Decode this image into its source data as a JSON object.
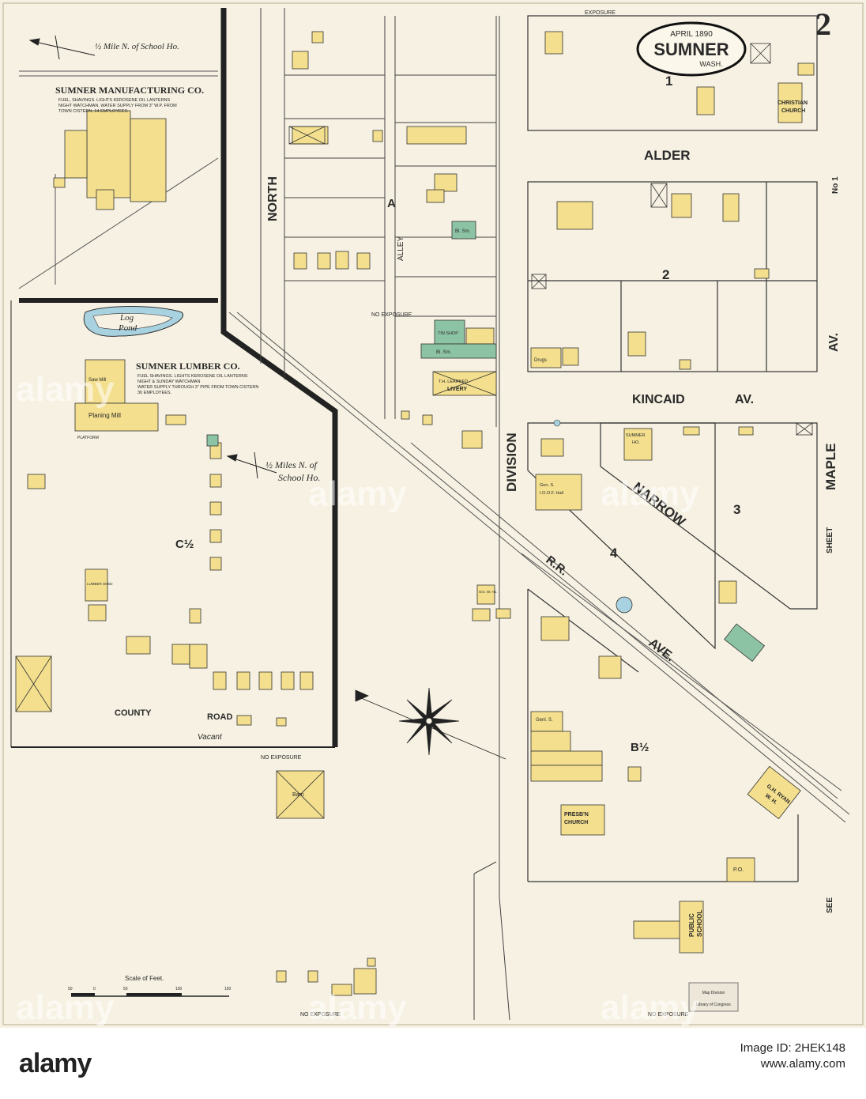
{
  "map": {
    "sheet_number": "2",
    "cartouche": {
      "date": "APRIL 1890",
      "town": "SUMNER",
      "state": "WASH."
    },
    "streets": {
      "alder": "ALDER",
      "kincaid": "KINCAID",
      "kincaid_av": "AV.",
      "maple": "MAPLE",
      "maple_av": "AV.",
      "narrow": "NARROW",
      "division": "DIVISION",
      "north": "NORTH",
      "alley": "ALLEY",
      "rr": "R.R.",
      "rr_ave": "AVE.",
      "county": "COUNTY",
      "road": "ROAD",
      "vacant": "Vacant"
    },
    "blocks": {
      "b1": "1",
      "b2": "2",
      "b3": "3",
      "b4": "4",
      "a": "A",
      "b_half": "B½",
      "c_half": "C½"
    },
    "notes": {
      "half_mile_top": "½ Mile N. of School Ho.",
      "half_mile_mid_1": "½ Miles N. of",
      "half_mile_mid_2": "School Ho.",
      "exposure": "EXPOSURE",
      "no_exposure": "NO EXPOSURE",
      "see_sheet": "SEE",
      "sheet_word": "SHEET",
      "sheet_no": "No 1"
    },
    "businesses": {
      "mfg_title": "SUMNER MANUFACTURING CO.",
      "mfg_line1": "FUEL, SHAVINGS. LIGHTS KEROSENE OIL LANTERNS",
      "mfg_line2": "NIGHT WATCHMAN. WATER SUPPLY FROM 3\" W.P. FROM",
      "mfg_line3": "TOWN CISTERN. 14 EMPLOYEES.",
      "lumber_title": "SUMNER LUMBER CO.",
      "lumber_line1": "FUEL SHAVINGS. LIGHTS KEROSENE OIL LANTERNS",
      "lumber_line2": "NIGHT & SUNDAY WATCHMAN",
      "lumber_line3": "WATER SUPPLY THROUGH 3\" PIPE FROM TOWN CISTERN",
      "lumber_line4": "30 EMPLOYEES.",
      "log_pond_1": "Log",
      "log_pond_2": "Pond",
      "planing_mill": "Planing Mill",
      "platform": "PLATFORM",
      "saw_mill": "Saw Mill",
      "lumber_shed": "LUMBER SHED",
      "christian_church_1": "CHRISTIAN",
      "christian_church_2": "CHURCH",
      "presb_church_1": "PRESB'N",
      "presb_church_2": "CHURCH",
      "public_school_1": "PUBLIC",
      "public_school_2": "SCHOOL",
      "gh_ryan_1": "G.H. RYAN",
      "gh_ryan_2": "W. H.",
      "livery": "LIVERY",
      "livery_owner": "T.H. LEARNED",
      "tin_shop": "TIN SHOP",
      "bl_sm": "Bl. Sm.",
      "summer_ho_1": "SUMMER",
      "summer_ho_2": "HO.",
      "iof_hall": "I.O.O.F. Hall",
      "gen_s": "Gen. S.",
      "genl_s": "Genl. S.",
      "drugs": "Drugs",
      "po": "P.O.",
      "barn": "Barn",
      "gro_whs": "Gro. W. Ho."
    },
    "scale": {
      "label": "Scale of Feet.",
      "ticks": [
        "50",
        "0",
        "50",
        "100",
        "150"
      ]
    },
    "stamp": {
      "line1": "Map Division",
      "line2": "Library of Congress"
    }
  },
  "footer": {
    "logo": "alamy",
    "image_id_label": "Image ID: 2HEK148",
    "site": "www.alamy.com"
  },
  "colors": {
    "paper": "#f6f1e2",
    "frame": "#222222",
    "frame_wood": "#f3df8e",
    "brick": "#8cc3a4",
    "water": "#a9d2e0"
  }
}
